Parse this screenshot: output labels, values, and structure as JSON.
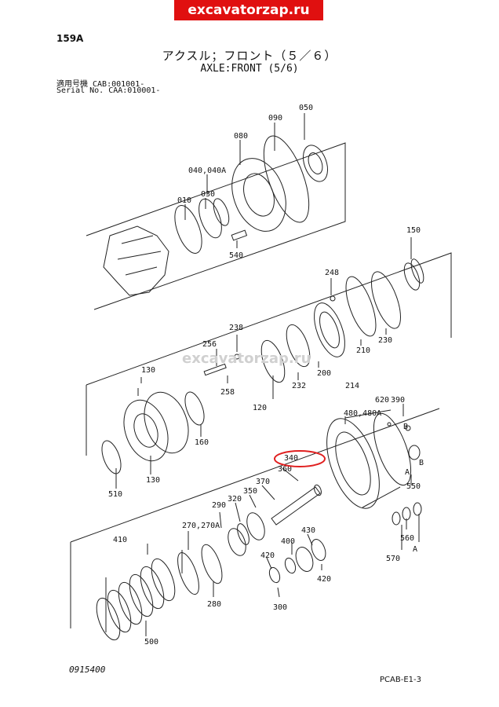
{
  "banner": "excavatorzap.ru",
  "page_num": "159A",
  "title_jp": "アクスル；フロント（５／６）",
  "title_en": "AXLE:FRONT (5/6)",
  "serial": {
    "line1": "適用号機  CAB:001001-",
    "line2": "Serial No. CAA:010001-"
  },
  "watermark": "excavatorzap.ru",
  "parts": [
    "050",
    "090",
    "080",
    "040,040A",
    "030",
    "010",
    "540",
    "150",
    "248",
    "238",
    "256",
    "258",
    "210",
    "230",
    "200",
    "214",
    "232",
    "120",
    "130",
    "160",
    "130",
    "510",
    "620",
    "390",
    "480,480A",
    "340",
    "360",
    "370",
    "350",
    "320",
    "290",
    "270,270A",
    "410",
    "400",
    "430",
    "420",
    "420",
    "300",
    "280",
    "500",
    "550",
    "560",
    "570",
    "A",
    "B",
    "B",
    "A"
  ],
  "highlight_color": "#e02020",
  "footer_left": "0915400",
  "footer_right": "PCAB-E1-3"
}
